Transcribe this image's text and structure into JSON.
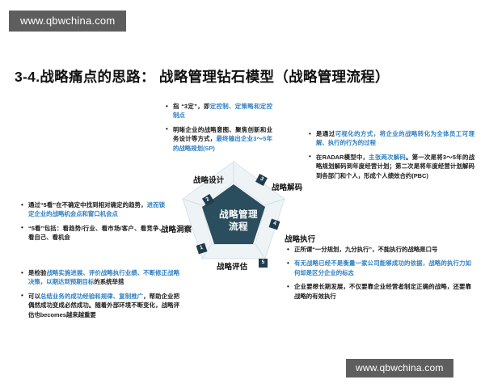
{
  "watermark": {
    "top": "www.qbwchina.com",
    "bottom": "www.qbwchina.com"
  },
  "title": "3-4.战略痛点的思路： 战略管理钻石模型（战略管理流程）",
  "diagram": {
    "center_label": "战略管理\n流程",
    "center_line1": "战略管理",
    "center_line2": "流程",
    "nodes": [
      {
        "num": "1",
        "label": "战略洞察"
      },
      {
        "num": "2",
        "label": "战略设计"
      },
      {
        "num": "3",
        "label": "战略解码"
      },
      {
        "num": "4",
        "label": "战略执行"
      },
      {
        "num": "5",
        "label": "战略评估"
      }
    ],
    "colors": {
      "center_fill": "#2a4e5e",
      "badge_fill": "#1f3d4c",
      "ray_light": "#eef3f6",
      "ray_line": "#c9d6de"
    }
  },
  "blocks": {
    "design": {
      "name": "战略设计",
      "bullets": [
        [
          {
            "t": "指 “3定”，即",
            "hl": false
          },
          {
            "t": "定控制、定策略和定控制点",
            "hl": true
          }
        ],
        [
          {
            "t": "明晰企业的战略意图、聚焦创新和业务设计等方式，",
            "hl": false
          },
          {
            "t": "最终输出企业3～5年的战略规划(SP)",
            "hl": true
          }
        ]
      ]
    },
    "decode": {
      "name": "战略解码",
      "bullets": [
        [
          {
            "t": "是通过",
            "hl": false
          },
          {
            "t": "可视化的方式，将企业的战略转化为全体员工可理解、执行的行为的过程",
            "hl": true
          }
        ],
        [
          {
            "t": "在RADAR模型中，",
            "hl": false
          },
          {
            "t": "主张两次解码",
            "hl": true
          },
          {
            "t": "。第一次是将3～5年的战略规划解码到年度经营计划；第二次是将年度经营计划解码到各部门和个人，形成个人绩效合约(PBC)",
            "hl": false
          }
        ]
      ]
    },
    "insight": {
      "name": "战略洞察",
      "bullets": [
        [
          {
            "t": "通过“5看”在不确定中找到相对确定的趋势，",
            "hl": false
          },
          {
            "t": "进而锁定企业的战略机会点和窗口机会点",
            "hl": true
          }
        ],
        [
          {
            "t": "“5看”包括：看趋势/行业、看市场/客户、看竞争、看自己、看机会",
            "hl": false
          }
        ]
      ]
    },
    "evaluation": {
      "name": "战略评估",
      "bullets": [
        [
          {
            "t": "是检验",
            "hl": false
          },
          {
            "t": "战略实施进展、评价战略执行业绩、不断修正战略决策，以期达到预期目标",
            "hl": true
          },
          {
            "t": "的系统举措",
            "hl": false
          }
        ],
        [
          {
            "t": "可以",
            "hl": false
          },
          {
            "t": "总结业务的成功经验和规律、复制推广",
            "hl": true
          },
          {
            "t": "，帮助企业把偶然成功变成必然成功。随着外部环境不断变化，战略评估也becomes越来越重要",
            "hl": false
          }
        ]
      ]
    },
    "execution": {
      "name": "战略执行",
      "bullets": [
        [
          {
            "t": "正所谓“一分规划，九分执行”，不能执行的战略是口号",
            "hl": false
          }
        ],
        [
          {
            "t": "有无战略已经不是衡量一家公司能够成功的依据，战略的执行力如何却是区分企业的标志",
            "hl": true
          }
        ],
        [
          {
            "t": "企业要想长期发展，不仅要靠企业经营者制定正确的战略，还要靠战略的有效执行",
            "hl": false
          }
        ]
      ]
    }
  }
}
